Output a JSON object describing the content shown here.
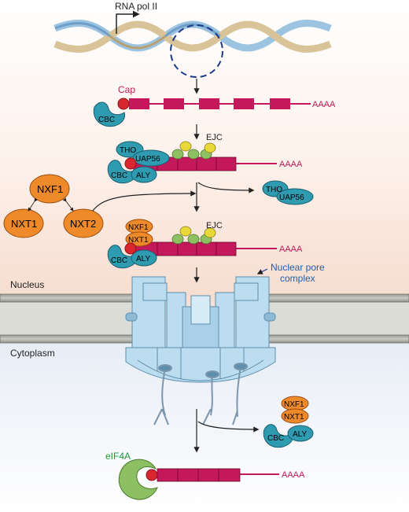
{
  "labels": {
    "rna_pol": "RNA pol II",
    "cap": "Cap",
    "cbc": "CBC",
    "aaaa": "AAAA",
    "ejc": "EJC",
    "tho": "THO",
    "uap56": "UAP56",
    "aly": "ALY",
    "nxf1": "NXF1",
    "nxt1": "NXT1",
    "nxt2": "NXT2",
    "npc": "Nuclear pore complex",
    "npc_line1": "Nuclear pore",
    "npc_line2": "complex",
    "nucleus": "Nucleus",
    "cytoplasm": "Cytoplasm",
    "eif4a": "eIF4A"
  },
  "colors": {
    "mrna": "#c3185a",
    "teal": "#2e9bb0",
    "orange": "#ef8a2a",
    "cap": "#d8272f",
    "green_label": "#1f9a3c",
    "pore": "#bcdcef"
  }
}
